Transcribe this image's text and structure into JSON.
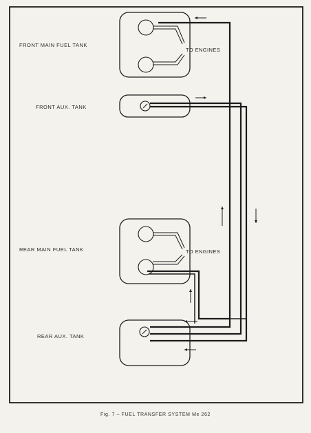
{
  "labels": {
    "front_main": "FRONT MAIN FUEL TANK",
    "front_aux": "FRONT AUX. TANK",
    "rear_main": "REAR MAIN FUEL TANK",
    "rear_aux": "REAR AUX. TANK",
    "to_engines_top": "TO ENGINES",
    "to_engines_bottom": "TO ENGINES"
  },
  "caption": "Fig. 7 – FUEL TRANSFER SYSTEM Me 262",
  "colors": {
    "line": "#1c1c1c",
    "paper": "#f4f2ec"
  }
}
